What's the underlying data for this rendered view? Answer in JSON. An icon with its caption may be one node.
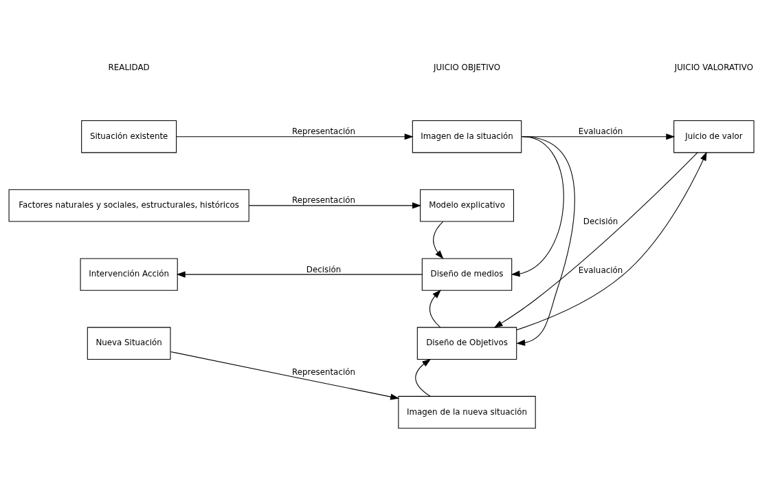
{
  "diagram": {
    "nodes": [
      {
        "text": [
          "Situación existente"
        ]
      },
      {
        "text": [
          "Factores naturales y sociales, estructurales, históricos"
        ]
      },
      {
        "text": [
          "Intervención Acción"
        ]
      },
      {
        "text": [
          "Nueva Situación"
        ]
      },
      {
        "text": [
          "Imagen de la situación"
        ]
      },
      {
        "text": [
          "Modelo explicativo"
        ]
      },
      {
        "text": [
          "Diseño de medios"
        ]
      },
      {
        "text": [
          "Diseño de Objetivos"
        ]
      },
      {
        "text": [
          "Imagen de la nueva situación"
        ]
      },
      {
        "text": [
          "Juicio de valor"
        ]
      }
    ],
    "edges": [
      {
        "from": 0,
        "to": 4,
        "arrow": "to",
        "label": "Representación"
      },
      {
        "from": 1,
        "to": 5,
        "arrow": "to",
        "label": "Representación"
      },
      {
        "from": 6,
        "to": 2,
        "arrow": "to",
        "label": "Decisión"
      },
      {
        "from": 3,
        "to": 8,
        "arrow": "to",
        "label": "Representación"
      },
      {
        "from": 4,
        "to": 9,
        "arrow": "to",
        "label": "Evaluación"
      },
      {
        "from": 4,
        "to": 6,
        "arrow": "to"
      },
      {
        "from": 4,
        "to": 7,
        "arrow": "to"
      },
      {
        "from": 5,
        "to": 6,
        "arrow": "to"
      },
      {
        "from": 7,
        "to": 6,
        "arrow": "to"
      },
      {
        "from": 8,
        "to": 7,
        "arrow": "to"
      },
      {
        "from": 9,
        "to": 7,
        "arrow": "to",
        "label": "Decisión"
      },
      {
        "from": 7,
        "to": 9,
        "arrow": "to",
        "label": "Evaluación"
      }
    ],
    "labels": [
      "REALIDAD",
      "JUICIO OBJETIVO",
      "JUICIO VALORATIVO"
    ]
  }
}
